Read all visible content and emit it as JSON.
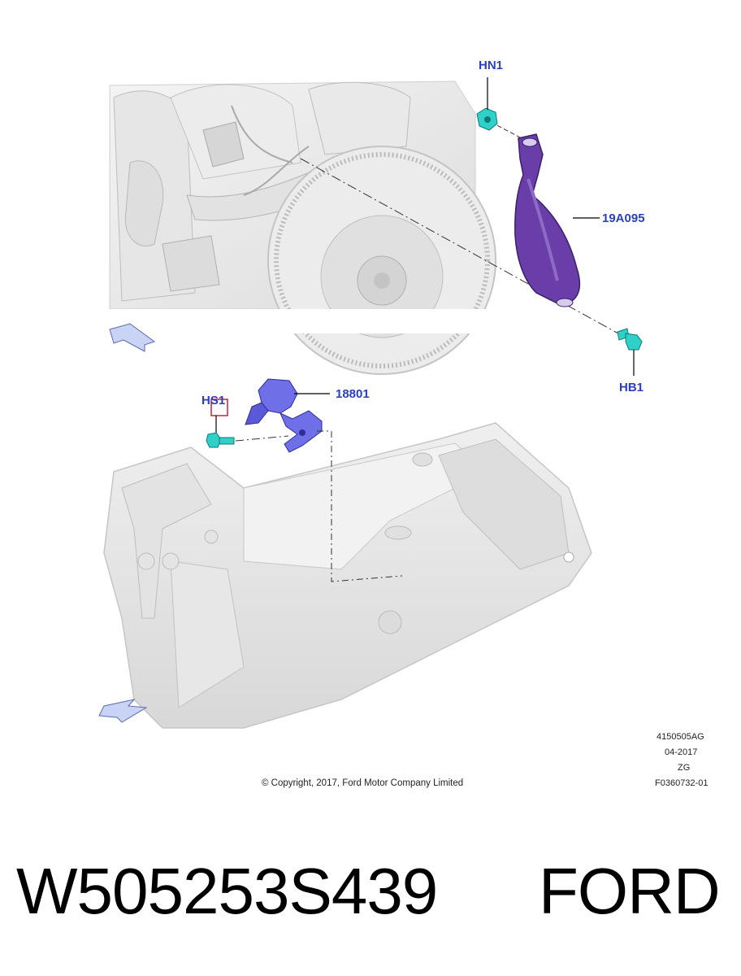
{
  "callouts": {
    "hn1": "HN1",
    "strap": "19A095",
    "hb1": "HB1",
    "bracket": "18801",
    "hs1": "HS1"
  },
  "meta": {
    "illustration_id": "4150505AG",
    "date": "04-2017",
    "code": "ZG",
    "figure_id": "F0360732-01"
  },
  "copyright": "© Copyright, 2017, Ford Motor Company Limited",
  "footer": {
    "part_number": "W505253S439",
    "brand": "FORD"
  },
  "colors": {
    "callout": "#2b3fbf",
    "strap": "#6a3ea8",
    "fastener": "#2fd0c8",
    "bracket": "#6f6fe8",
    "highlight": "#d02030",
    "arrow": "#c9d3f5"
  }
}
